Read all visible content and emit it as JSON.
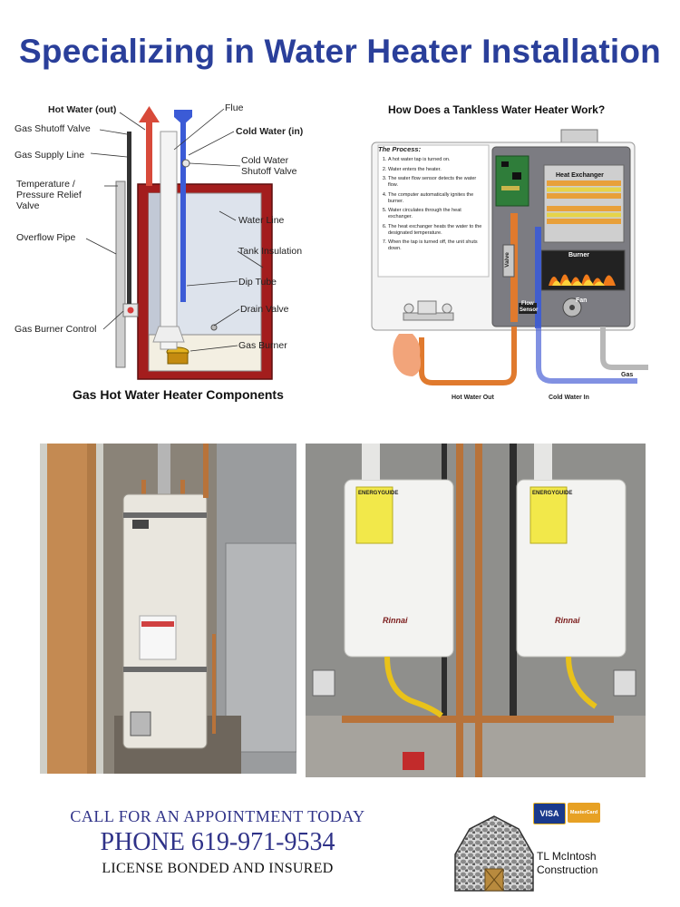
{
  "headline": "Specializing in Water Heater Installation",
  "tank_diagram": {
    "caption": "Gas Hot Water Heater Components",
    "labels": {
      "hot_water_out": "Hot Water (out)",
      "flue": "Flue",
      "gas_shutoff_valve": "Gas Shutoff Valve",
      "cold_water_in": "Cold Water (in)",
      "gas_supply_line": "Gas Supply Line",
      "cold_water_shutoff_1": "Cold Water",
      "cold_water_shutoff_2": "Shutoff Valve",
      "temp_relief_1": "Temperature /",
      "temp_relief_2": "Pressure Relief",
      "temp_relief_3": "Valve",
      "water_line": "Water Line",
      "overflow_pipe": "Overflow Pipe",
      "tank_insulation": "Tank Insulation",
      "dip_tube": "Dip Tube",
      "drain_valve": "Drain Valve",
      "gas_burner_control": "Gas Burner Control",
      "gas_burner": "Gas Burner"
    }
  },
  "tankless_diagram": {
    "title": "How Does a Tankless Water Heater Work?",
    "process_heading": "The Process:",
    "steps": [
      "A hot water tap is turned on.",
      "Water enters the heater.",
      "The water flow sensor detects the water flow.",
      "The computer automatically ignites the burner.",
      "Water circulates through the heat exchanger.",
      "The heat exchanger heats the water to the designated temperature.",
      "When the tap is turned off, the unit shuts down."
    ],
    "labels": {
      "heat_exchanger": "Heat Exchanger",
      "burner": "Burner",
      "fan": "Fan",
      "valve": "Valve",
      "flow_sensor_1": "Flow",
      "flow_sensor_2": "Sensor",
      "gas": "Gas",
      "hot_water_out": "Hot Water Out",
      "cold_water_in": "Cold Water In"
    }
  },
  "photos": {
    "left_unit_label": "ENERGYGUIDE",
    "right_unit_label": "ENERGYGUIDE",
    "brand": "Rinnai"
  },
  "footer": {
    "call": "CALL FOR AN APPOINTMENT TODAY",
    "phone": "PHONE 619-971-9534",
    "license": "LICENSE BONDED AND INSURED",
    "card_visa": "VISA",
    "card_mc": "MasterCard",
    "company_line1": "TL McIntosh",
    "company_line2": "Construction"
  },
  "colors": {
    "headline": "#2a3f9a",
    "footer_text": "#2f3288",
    "tank_red": "#a31d1d",
    "hot_pipe": "#e07a2e",
    "cold_pipe": "#3b5bd6"
  }
}
